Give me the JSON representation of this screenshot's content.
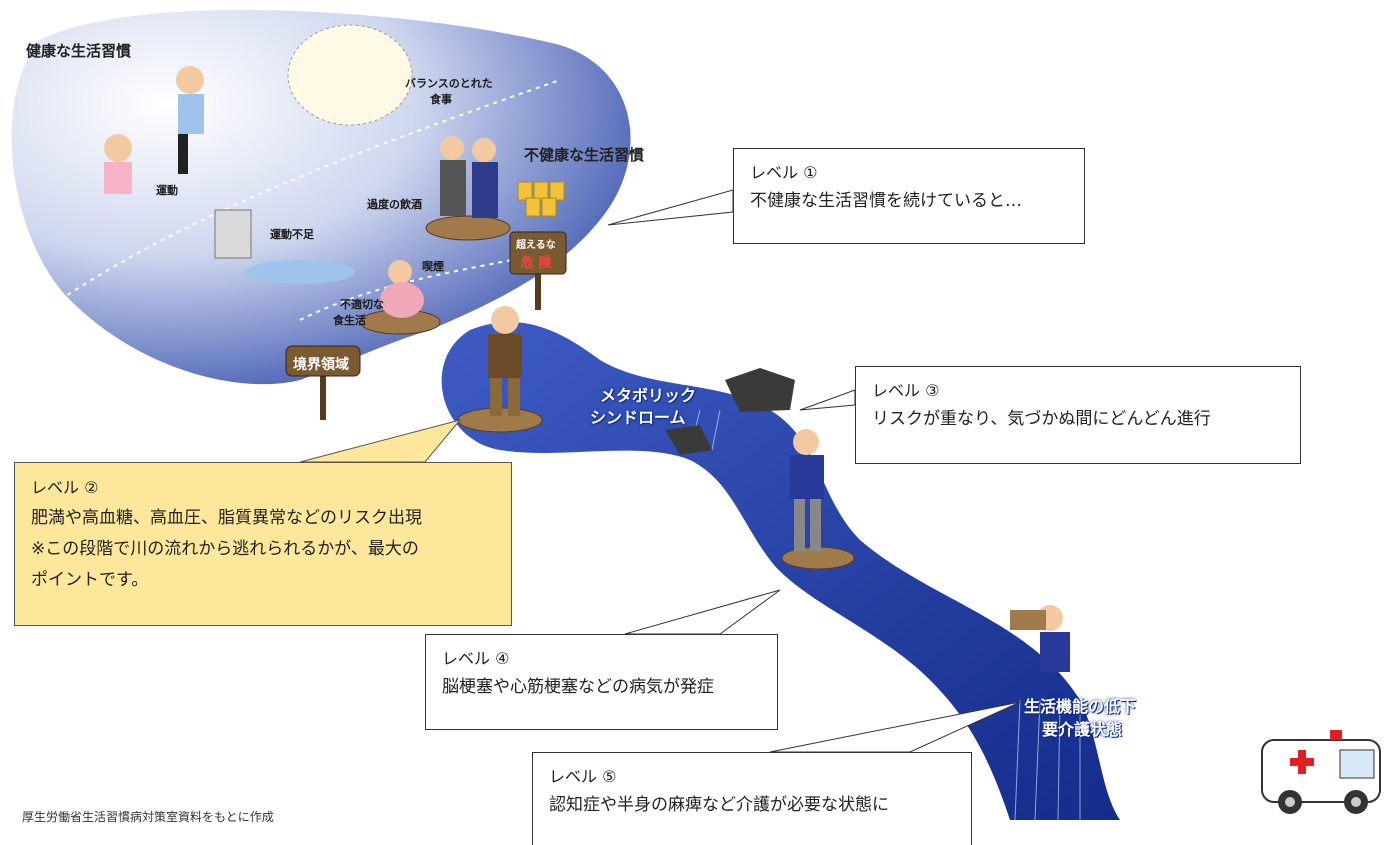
{
  "titles": {
    "healthy": "健康な生活習慣",
    "unhealthy": "不健康な生活習慣",
    "metabolic_line1": "メタボリック",
    "metabolic_line2": "シンドローム",
    "decline_line1": "生活機能の低下",
    "decline_line2": "要介護状態"
  },
  "labels": {
    "balanced_line1": "バランスのとれた",
    "balanced_line2": "食事",
    "exercise": "運動",
    "drinking": "過度の飲酒",
    "no_exercise": "運動不足",
    "smoking": "喫煙",
    "bad_diet_line1": "不適切な",
    "bad_diet_line2": "食生活",
    "border_sign": "境界領域",
    "danger_sign_line1": "超えるな",
    "danger_sign_line2": "危 険"
  },
  "callouts": {
    "level1": {
      "level": "レベル ①",
      "text": "不健康な生活習慣を続けていると…"
    },
    "level2": {
      "level": "レベル ②",
      "text1": "肥満や高血糖、高血圧、脂質異常などのリスク出現",
      "text2": "※この段階で川の流れから逃れられるかが、最大の",
      "text3": "ポイントです。"
    },
    "level3": {
      "level": "レベル ③",
      "text": "リスクが重なり、気づかぬ間にどんどん進行"
    },
    "level4": {
      "level": "レベル ④",
      "text": "脳梗塞や心筋梗塞などの病気が発症"
    },
    "level5": {
      "level": "レベル ⑤",
      "text": "認知症や半身の麻痺など介護が必要な状態に"
    }
  },
  "source": "厚生労働省生活習慣病対策室資料をもとに作成",
  "colors": {
    "cloud_light": "#ffffff",
    "cloud_dark": "#2b46a8",
    "river": "#1f3a9e",
    "callout_yellow": "#fde79b"
  }
}
